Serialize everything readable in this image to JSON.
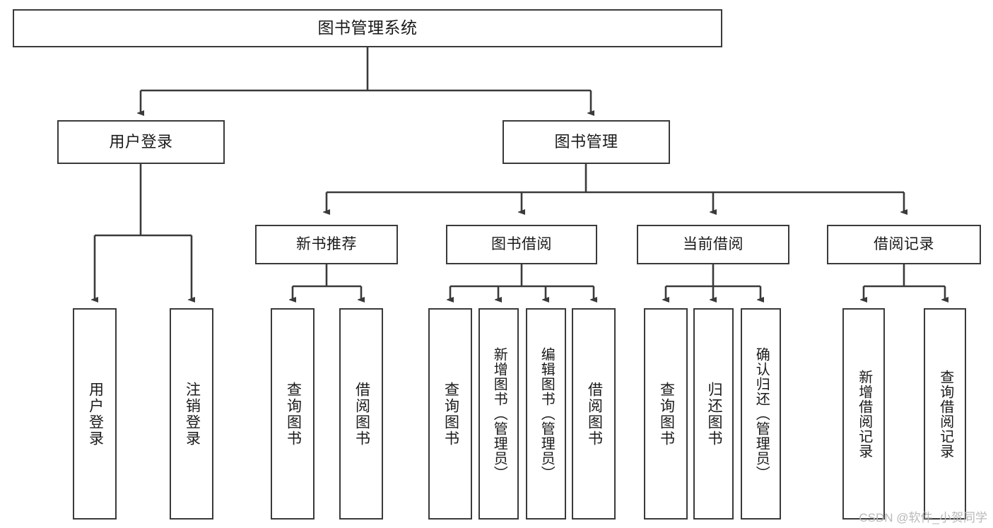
{
  "diagram": {
    "title": "图书管理系统",
    "type": "hierarchy-tree",
    "root": {
      "label": "图书管理系统"
    },
    "level2": [
      {
        "label": "用户登录"
      },
      {
        "label": "图书管理"
      }
    ],
    "level3": [
      {
        "label": "新书推荐"
      },
      {
        "label": "图书借阅"
      },
      {
        "label": "当前借阅"
      },
      {
        "label": "借阅记录"
      }
    ],
    "leaves": {
      "user_login": [
        {
          "label": "用户登录"
        },
        {
          "label": "注销登录"
        }
      ],
      "new_book_recommend": [
        {
          "label": "查询图书"
        },
        {
          "label": "借阅图书"
        }
      ],
      "book_borrow": [
        {
          "label": "查询图书"
        },
        {
          "label": "新增图书（管理员）"
        },
        {
          "label": "编辑图书（管理员）"
        },
        {
          "label": "借阅图书"
        }
      ],
      "current_borrow": [
        {
          "label": "查询图书"
        },
        {
          "label": "归还图书"
        },
        {
          "label": "确认归还（管理员）"
        }
      ],
      "borrow_record": [
        {
          "label": "新增借阅记录"
        },
        {
          "label": "查询借阅记录"
        }
      ]
    },
    "colors": {
      "stroke": "#3a3a3a",
      "box_fill": "#ffffff",
      "text": "#1a1a1a",
      "watermark": "#b9b9b9"
    }
  },
  "watermark": {
    "text": "CSDN @软件_小贺同学"
  }
}
